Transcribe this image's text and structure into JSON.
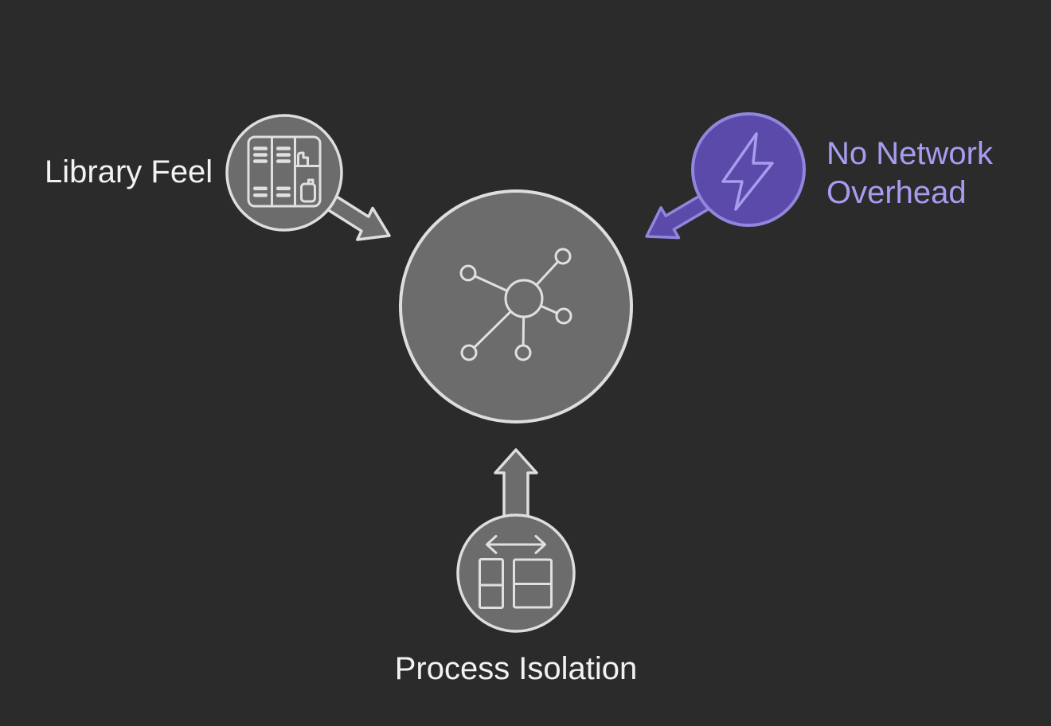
{
  "colors": {
    "bg": "#2b2b2b",
    "bubble_gray_fill": "#6c6c6c",
    "bubble_gray_stroke": "#dedede",
    "icon_gray_stroke": "#e0e0e0",
    "bubble_purple_fill": "#5b4aa9",
    "bubble_purple_stroke": "#9186dd",
    "purple_icon_stroke": "#a79df0",
    "label_color": "#f2f2f2",
    "accent_text_color": "#a79df0"
  },
  "center": {
    "icon": "network-hub-icon"
  },
  "callouts": [
    {
      "id": "library-feel",
      "label": "Library Feel",
      "icon": "bookshelf-icon",
      "accent": "gray"
    },
    {
      "id": "no-network-overhead",
      "label": "No Network Overhead",
      "icon": "lightning-bolt-icon",
      "accent": "purple"
    },
    {
      "id": "process-isolation",
      "label": "Process Isolation",
      "icon": "split-layout-icon",
      "accent": "gray"
    }
  ]
}
